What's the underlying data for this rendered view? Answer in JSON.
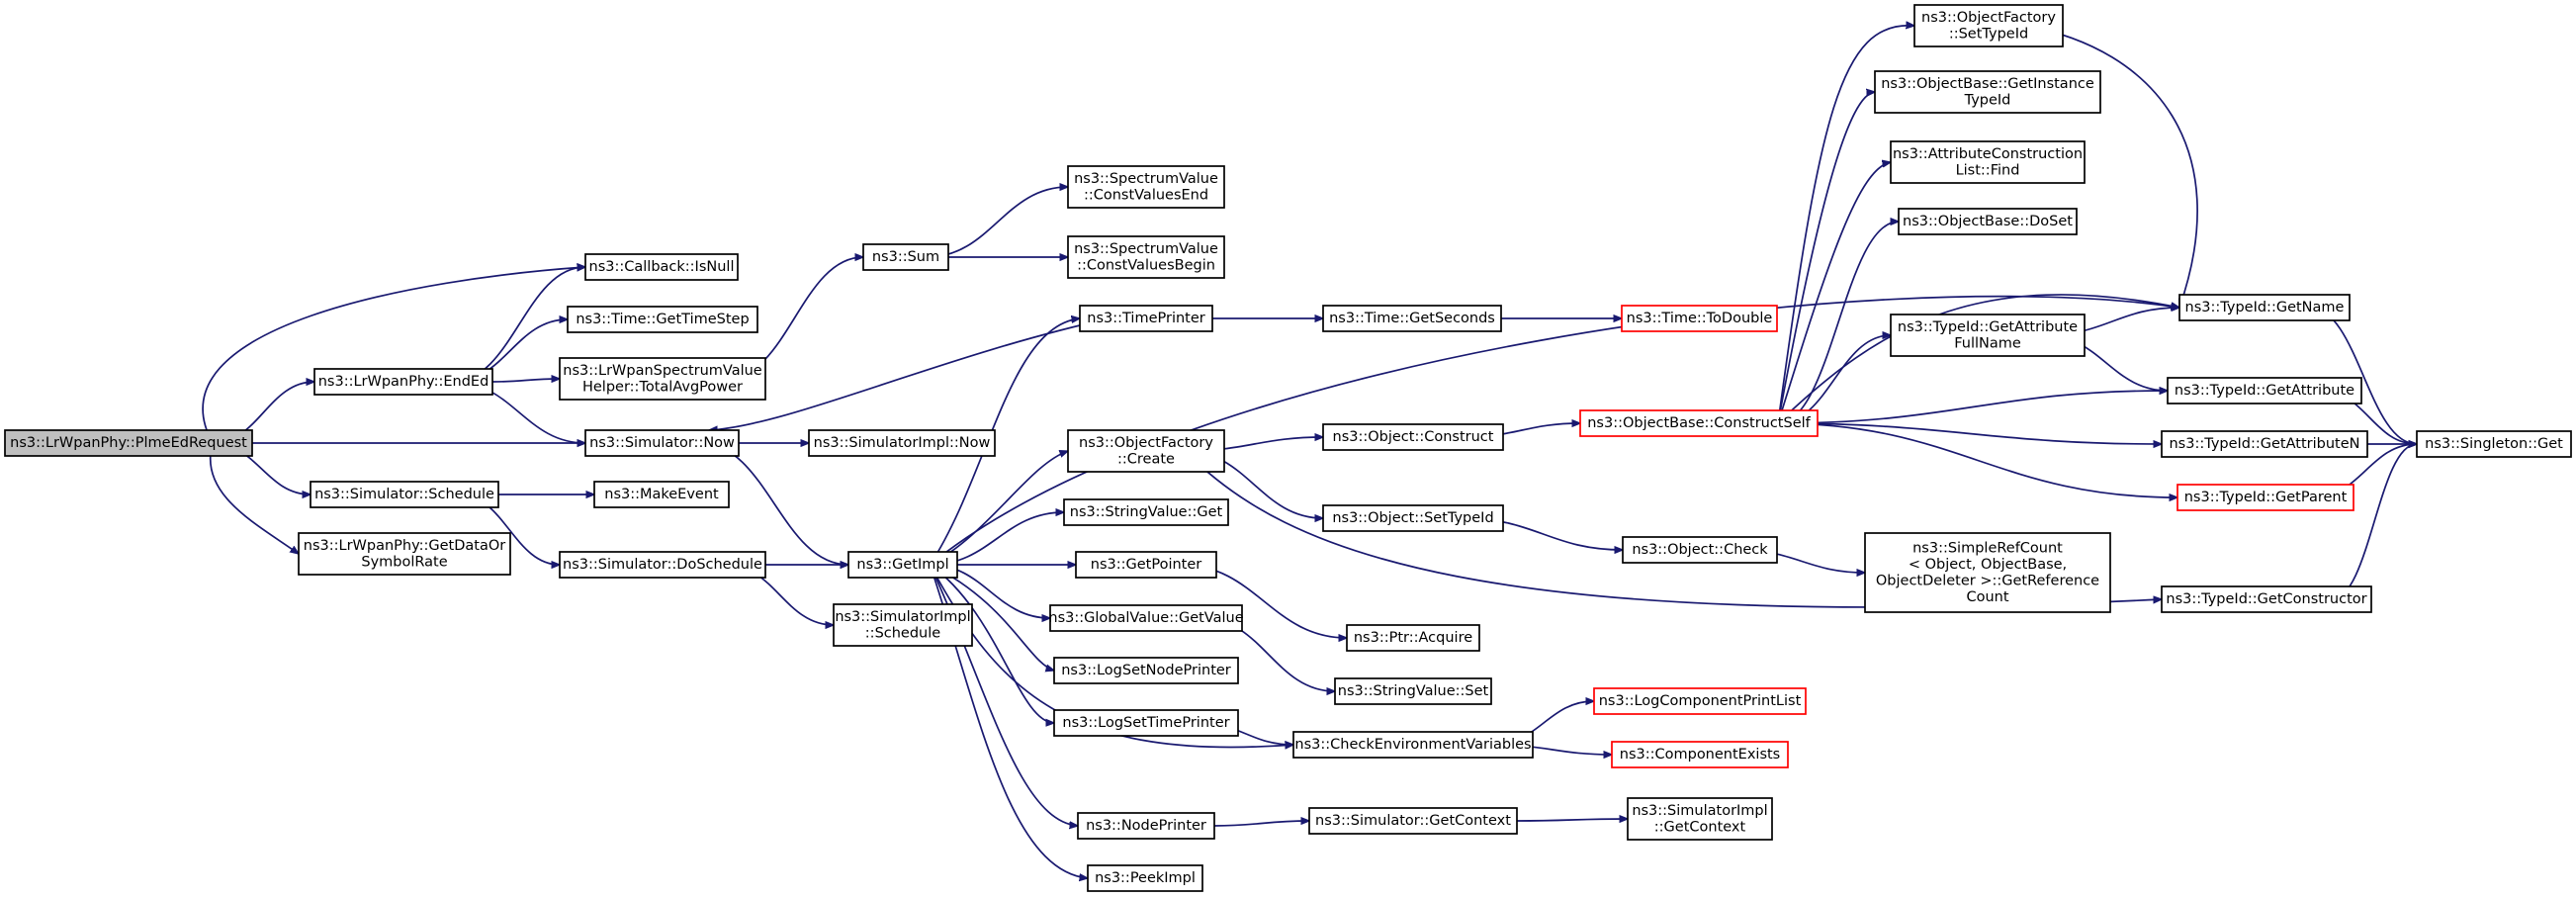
{
  "graph": {
    "title": "",
    "edge_color": "#191970",
    "root_fill": "#bfbfbf",
    "highlight_border": "#ff0000",
    "nodes": [
      {
        "id": "plme",
        "label": "ns3::LrWpanPhy::PlmeEdRequest",
        "root": true
      },
      {
        "id": "callback_isnull",
        "label": "ns3::Callback::IsNull"
      },
      {
        "id": "endEd",
        "label": "ns3::LrWpanPhy::EndEd"
      },
      {
        "id": "time_getstep",
        "label": "ns3::Time::GetTimeStep"
      },
      {
        "id": "totalavg",
        "label": "ns3::LrWpanSpectrumValue\nHelper::TotalAvgPower"
      },
      {
        "id": "sim_now",
        "label": "ns3::Simulator::Now"
      },
      {
        "id": "simimpl_now",
        "label": "ns3::SimulatorImpl::Now"
      },
      {
        "id": "sim_schedule",
        "label": "ns3::Simulator::Schedule"
      },
      {
        "id": "makeevent",
        "label": "ns3::MakeEvent"
      },
      {
        "id": "getdata",
        "label": "ns3::LrWpanPhy::GetDataOr\nSymbolRate"
      },
      {
        "id": "sim_doschedule",
        "label": "ns3::Simulator::DoSchedule"
      },
      {
        "id": "getimpl",
        "label": "ns3::GetImpl"
      },
      {
        "id": "simimpl_schedule",
        "label": "ns3::SimulatorImpl\n::Schedule"
      },
      {
        "id": "sum",
        "label": "ns3::Sum"
      },
      {
        "id": "cve",
        "label": "ns3::SpectrumValue\n::ConstValuesEnd"
      },
      {
        "id": "cvb",
        "label": "ns3::SpectrumValue\n::ConstValuesBegin"
      },
      {
        "id": "timeprinter",
        "label": "ns3::TimePrinter"
      },
      {
        "id": "getseconds",
        "label": "ns3::Time::GetSeconds"
      },
      {
        "id": "todouble",
        "label": "ns3::Time::ToDouble",
        "warn": true
      },
      {
        "id": "of_create",
        "label": "ns3::ObjectFactory\n::Create"
      },
      {
        "id": "obj_construct",
        "label": "ns3::Object::Construct"
      },
      {
        "id": "constructself",
        "label": "ns3::ObjectBase::ConstructSelf",
        "warn": true
      },
      {
        "id": "stringvalue_get",
        "label": "ns3::StringValue::Get"
      },
      {
        "id": "obj_settypeid",
        "label": "ns3::Object::SetTypeId"
      },
      {
        "id": "obj_check",
        "label": "ns3::Object::Check"
      },
      {
        "id": "getpointer",
        "label": "ns3::GetPointer"
      },
      {
        "id": "ptr_acquire",
        "label": "ns3::Ptr::Acquire"
      },
      {
        "id": "gv_getvalue",
        "label": "ns3::GlobalValue::GetValue"
      },
      {
        "id": "sv_set",
        "label": "ns3::StringValue::Set"
      },
      {
        "id": "logsetnode",
        "label": "ns3::LogSetNodePrinter"
      },
      {
        "id": "logsettime",
        "label": "ns3::LogSetTimePrinter"
      },
      {
        "id": "checkenv",
        "label": "ns3::CheckEnvironmentVariables"
      },
      {
        "id": "logprintlist",
        "label": "ns3::LogComponentPrintList",
        "warn": true
      },
      {
        "id": "compexists",
        "label": "ns3::ComponentExists",
        "warn": true
      },
      {
        "id": "nodeprinter",
        "label": "ns3::NodePrinter"
      },
      {
        "id": "sim_getcontext",
        "label": "ns3::Simulator::GetContext"
      },
      {
        "id": "simimpl_getcontext",
        "label": "ns3::SimulatorImpl\n::GetContext"
      },
      {
        "id": "peekimpl",
        "label": "ns3::PeekImpl"
      },
      {
        "id": "of_settypeid",
        "label": "ns3::ObjectFactory\n::SetTypeId"
      },
      {
        "id": "ob_getinstance",
        "label": "ns3::ObjectBase::GetInstance\nTypeId"
      },
      {
        "id": "acl_find",
        "label": "ns3::AttributeConstruction\nList::Find"
      },
      {
        "id": "ob_doset",
        "label": "ns3::ObjectBase::DoSet"
      },
      {
        "id": "tid_getattrfull",
        "label": "ns3::TypeId::GetAttribute\nFullName"
      },
      {
        "id": "tid_getname",
        "label": "ns3::TypeId::GetName"
      },
      {
        "id": "tid_getattr",
        "label": "ns3::TypeId::GetAttribute"
      },
      {
        "id": "tid_getattrn",
        "label": "ns3::TypeId::GetAttributeN"
      },
      {
        "id": "tid_getparent",
        "label": "ns3::TypeId::GetParent",
        "warn": true
      },
      {
        "id": "singleton_get",
        "label": "ns3::Singleton::Get"
      },
      {
        "id": "srcount",
        "label": "ns3::SimpleRefCount\n< Object, ObjectBase,\n ObjectDeleter >::GetReference\nCount"
      },
      {
        "id": "tid_getctor",
        "label": "ns3::TypeId::GetConstructor"
      }
    ],
    "edges": [
      [
        "plme",
        "callback_isnull"
      ],
      [
        "plme",
        "endEd"
      ],
      [
        "plme",
        "sim_now"
      ],
      [
        "plme",
        "sim_schedule"
      ],
      [
        "plme",
        "getdata"
      ],
      [
        "endEd",
        "callback_isnull"
      ],
      [
        "endEd",
        "time_getstep"
      ],
      [
        "endEd",
        "totalavg"
      ],
      [
        "endEd",
        "sim_now"
      ],
      [
        "totalavg",
        "sum"
      ],
      [
        "sum",
        "cve"
      ],
      [
        "sum",
        "cvb"
      ],
      [
        "sim_now",
        "simimpl_now"
      ],
      [
        "sim_now",
        "getimpl"
      ],
      [
        "sim_schedule",
        "makeevent"
      ],
      [
        "sim_schedule",
        "sim_doschedule"
      ],
      [
        "sim_doschedule",
        "getimpl"
      ],
      [
        "sim_doschedule",
        "simimpl_schedule"
      ],
      [
        "getimpl",
        "timeprinter"
      ],
      [
        "getimpl",
        "of_create"
      ],
      [
        "getimpl",
        "stringvalue_get"
      ],
      [
        "getimpl",
        "getpointer"
      ],
      [
        "getimpl",
        "gv_getvalue"
      ],
      [
        "getimpl",
        "logsetnode"
      ],
      [
        "getimpl",
        "logsettime"
      ],
      [
        "getimpl",
        "checkenv"
      ],
      [
        "getimpl",
        "nodeprinter"
      ],
      [
        "getimpl",
        "peekimpl"
      ],
      [
        "getimpl",
        "tid_getname"
      ],
      [
        "timeprinter",
        "sim_now"
      ],
      [
        "timeprinter",
        "getseconds"
      ],
      [
        "getseconds",
        "todouble"
      ],
      [
        "of_create",
        "obj_construct"
      ],
      [
        "of_create",
        "obj_settypeid"
      ],
      [
        "of_create",
        "tid_getctor"
      ],
      [
        "obj_construct",
        "constructself"
      ],
      [
        "obj_settypeid",
        "obj_check"
      ],
      [
        "obj_check",
        "srcount"
      ],
      [
        "getpointer",
        "ptr_acquire"
      ],
      [
        "gv_getvalue",
        "sv_set"
      ],
      [
        "logsettime",
        "checkenv"
      ],
      [
        "checkenv",
        "logprintlist"
      ],
      [
        "checkenv",
        "compexists"
      ],
      [
        "nodeprinter",
        "sim_getcontext"
      ],
      [
        "sim_getcontext",
        "simimpl_getcontext"
      ],
      [
        "constructself",
        "of_settypeid"
      ],
      [
        "constructself",
        "ob_getinstance"
      ],
      [
        "constructself",
        "acl_find"
      ],
      [
        "constructself",
        "ob_doset"
      ],
      [
        "constructself",
        "tid_getattrfull"
      ],
      [
        "constructself",
        "tid_getname"
      ],
      [
        "constructself",
        "tid_getattr"
      ],
      [
        "constructself",
        "tid_getattrn"
      ],
      [
        "constructself",
        "tid_getparent"
      ],
      [
        "of_settypeid",
        "tid_getname"
      ],
      [
        "tid_getattrfull",
        "tid_getname"
      ],
      [
        "tid_getattrfull",
        "tid_getattr"
      ],
      [
        "tid_getname",
        "singleton_get"
      ],
      [
        "tid_getattr",
        "singleton_get"
      ],
      [
        "tid_getattrn",
        "singleton_get"
      ],
      [
        "tid_getparent",
        "singleton_get"
      ],
      [
        "tid_getctor",
        "singleton_get"
      ]
    ]
  }
}
